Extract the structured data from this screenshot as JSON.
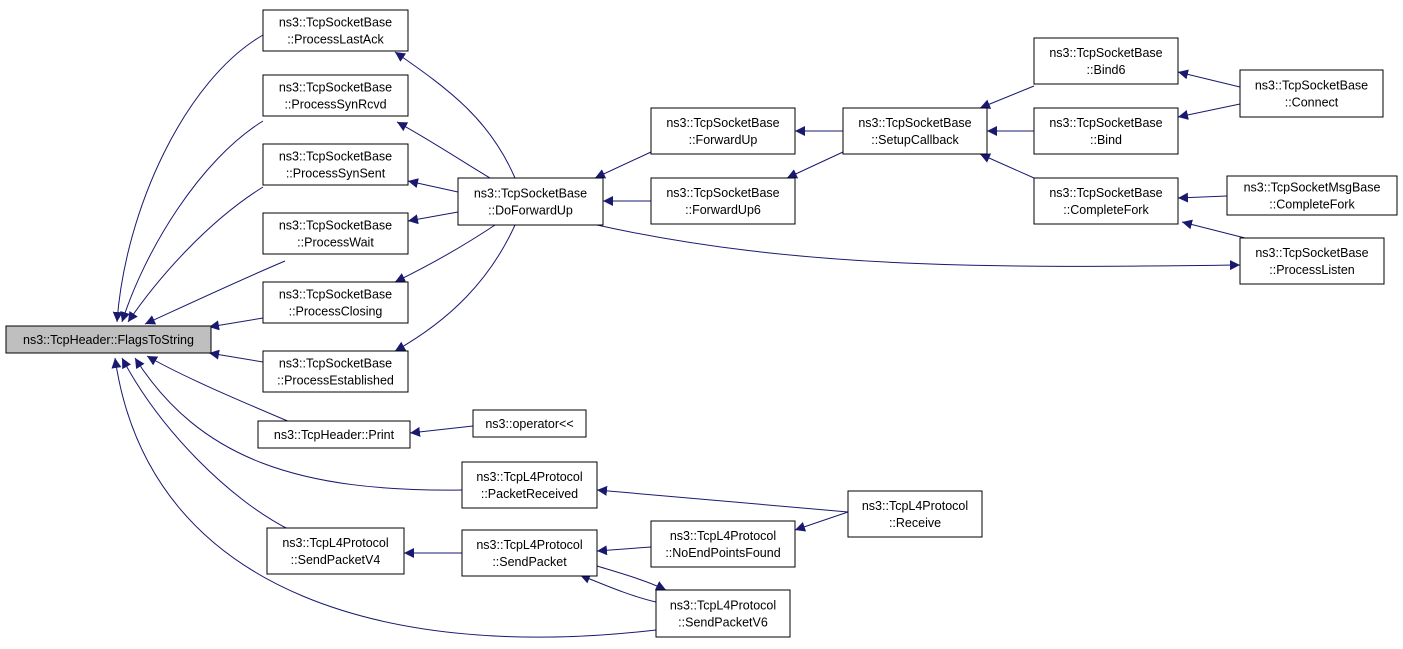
{
  "graph": {
    "nodes": [
      {
        "id": "root",
        "lines": [
          "ns3::TcpHeader::FlagsToString"
        ],
        "highlight": true
      },
      {
        "id": "lastack",
        "lines": [
          "ns3::TcpSocketBase",
          "::ProcessLastAck"
        ]
      },
      {
        "id": "synrcvd",
        "lines": [
          "ns3::TcpSocketBase",
          "::ProcessSynRcvd"
        ]
      },
      {
        "id": "synsent",
        "lines": [
          "ns3::TcpSocketBase",
          "::ProcessSynSent"
        ]
      },
      {
        "id": "wait",
        "lines": [
          "ns3::TcpSocketBase",
          "::ProcessWait"
        ]
      },
      {
        "id": "closing",
        "lines": [
          "ns3::TcpSocketBase",
          "::ProcessClosing"
        ]
      },
      {
        "id": "established",
        "lines": [
          "ns3::TcpSocketBase",
          "::ProcessEstablished"
        ]
      },
      {
        "id": "print",
        "lines": [
          "ns3::TcpHeader::Print"
        ]
      },
      {
        "id": "sendv4",
        "lines": [
          "ns3::TcpL4Protocol",
          "::SendPacketV4"
        ]
      },
      {
        "id": "doforward",
        "lines": [
          "ns3::TcpSocketBase",
          "::DoForwardUp"
        ]
      },
      {
        "id": "operator",
        "lines": [
          "ns3::operator<<"
        ]
      },
      {
        "id": "packetreceived",
        "lines": [
          "ns3::TcpL4Protocol",
          "::PacketReceived"
        ]
      },
      {
        "id": "sendpacket",
        "lines": [
          "ns3::TcpL4Protocol",
          "::SendPacket"
        ]
      },
      {
        "id": "forwardup",
        "lines": [
          "ns3::TcpSocketBase",
          "::ForwardUp"
        ]
      },
      {
        "id": "forwardup6",
        "lines": [
          "ns3::TcpSocketBase",
          "::ForwardUp6"
        ]
      },
      {
        "id": "noendpoints",
        "lines": [
          "ns3::TcpL4Protocol",
          "::NoEndPointsFound"
        ]
      },
      {
        "id": "sendv6",
        "lines": [
          "ns3::TcpL4Protocol",
          "::SendPacketV6"
        ]
      },
      {
        "id": "setupcallback",
        "lines": [
          "ns3::TcpSocketBase",
          "::SetupCallback"
        ]
      },
      {
        "id": "receive",
        "lines": [
          "ns3::TcpL4Protocol",
          "::Receive"
        ]
      },
      {
        "id": "bind6",
        "lines": [
          "ns3::TcpSocketBase",
          "::Bind6"
        ]
      },
      {
        "id": "bind",
        "lines": [
          "ns3::TcpSocketBase",
          "::Bind"
        ]
      },
      {
        "id": "completefork",
        "lines": [
          "ns3::TcpSocketBase",
          "::CompleteFork"
        ]
      },
      {
        "id": "connect",
        "lines": [
          "ns3::TcpSocketBase",
          "::Connect"
        ]
      },
      {
        "id": "msgcompletefork",
        "lines": [
          "ns3::TcpSocketMsgBase",
          "::CompleteFork"
        ]
      },
      {
        "id": "processlisten",
        "lines": [
          "ns3::TcpSocketBase",
          "::ProcessListen"
        ]
      }
    ],
    "edges": [
      {
        "from": "lastack",
        "to": "root"
      },
      {
        "from": "synrcvd",
        "to": "root"
      },
      {
        "from": "synsent",
        "to": "root"
      },
      {
        "from": "wait",
        "to": "root"
      },
      {
        "from": "closing",
        "to": "root"
      },
      {
        "from": "established",
        "to": "root"
      },
      {
        "from": "print",
        "to": "root"
      },
      {
        "from": "packetreceived",
        "to": "root"
      },
      {
        "from": "sendv4",
        "to": "root"
      },
      {
        "from": "sendv6",
        "to": "root"
      },
      {
        "from": "doforward",
        "to": "lastack"
      },
      {
        "from": "doforward",
        "to": "synrcvd"
      },
      {
        "from": "doforward",
        "to": "synsent"
      },
      {
        "from": "doforward",
        "to": "wait"
      },
      {
        "from": "doforward",
        "to": "closing"
      },
      {
        "from": "doforward",
        "to": "established"
      },
      {
        "from": "forwardup",
        "to": "doforward"
      },
      {
        "from": "forwardup6",
        "to": "doforward"
      },
      {
        "from": "setupcallback",
        "to": "forwardup"
      },
      {
        "from": "setupcallback",
        "to": "forwardup6"
      },
      {
        "from": "bind6",
        "to": "setupcallback"
      },
      {
        "from": "bind",
        "to": "setupcallback"
      },
      {
        "from": "completefork",
        "to": "setupcallback"
      },
      {
        "from": "connect",
        "to": "bind6"
      },
      {
        "from": "connect",
        "to": "bind"
      },
      {
        "from": "msgcompletefork",
        "to": "completefork"
      },
      {
        "from": "processlisten",
        "to": "completefork"
      },
      {
        "from": "processlisten",
        "to": "doforward"
      },
      {
        "from": "operator",
        "to": "print"
      },
      {
        "from": "receive",
        "to": "packetreceived"
      },
      {
        "from": "receive",
        "to": "noendpoints"
      },
      {
        "from": "noendpoints",
        "to": "sendpacket"
      },
      {
        "from": "sendpacket",
        "to": "sendv4"
      },
      {
        "from": "sendpacket",
        "to": "sendv6"
      },
      {
        "from": "sendv6",
        "to": "sendpacket"
      }
    ]
  }
}
